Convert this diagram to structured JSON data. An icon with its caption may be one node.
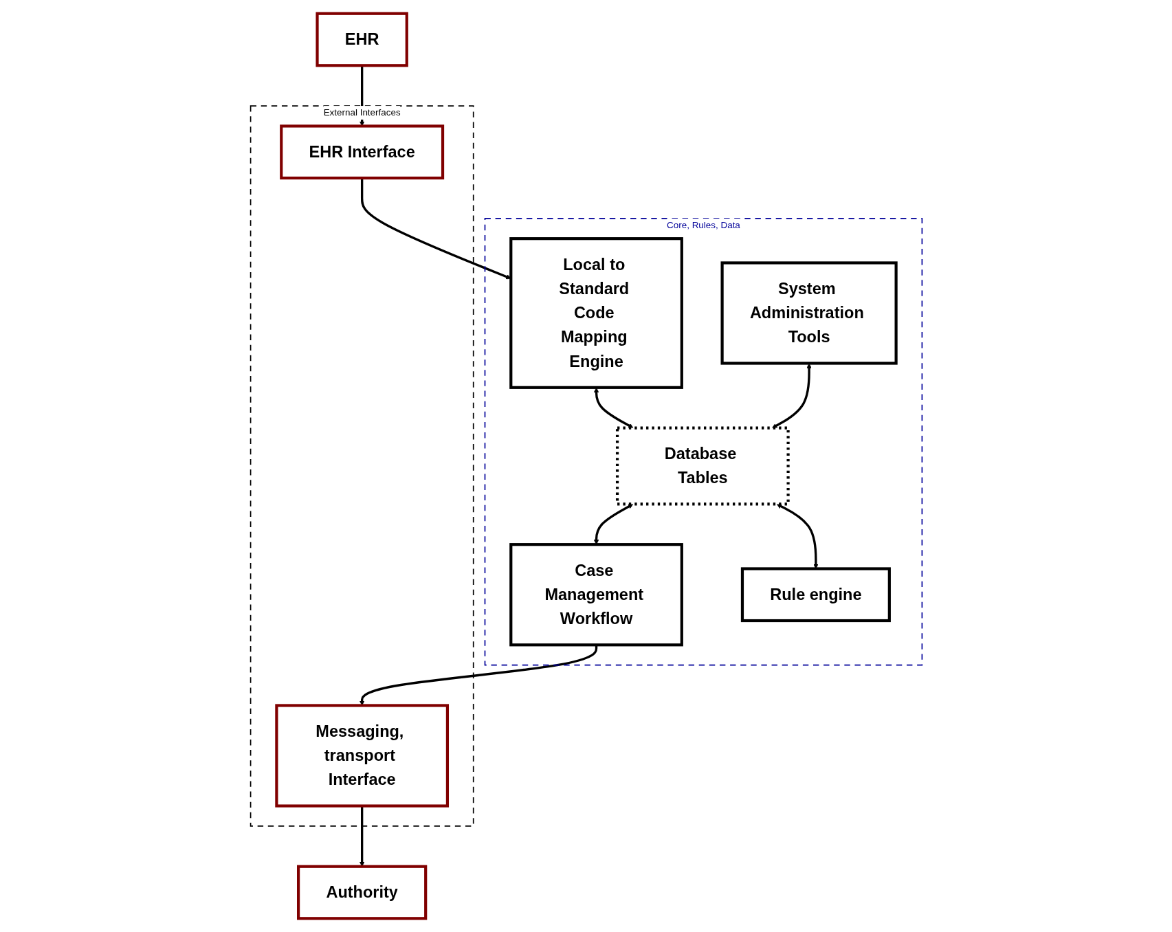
{
  "diagram": {
    "nodes": [
      {
        "text": [
          "EHR"
        ]
      },
      {
        "text": [
          "Authority"
        ]
      },
      {
        "text": [
          "External Interfaces"
        ]
      },
      {
        "text": [
          "EHR Interface"
        ],
        "in": 2
      },
      {
        "text": [
          "Messaging, transport Interface"
        ],
        "in": 2
      },
      {
        "text": [
          "Core, Rules, Data"
        ]
      },
      {
        "text": [
          "Local to Standard Code Mapping Engine"
        ],
        "in": 5
      },
      {
        "text": [
          "Database Tables"
        ],
        "in": 5
      },
      {
        "text": [
          "Case Management Workflow"
        ],
        "in": 5
      },
      {
        "text": [
          "System Administration Tools"
        ],
        "in": 5
      },
      {
        "text": [
          "Rule engine"
        ],
        "in": 5
      }
    ],
    "edges": [
      {
        "from": 0,
        "to": 3,
        "arrow": "to"
      },
      {
        "from": 3,
        "to": 6,
        "arrow": "to"
      },
      {
        "from": 8,
        "to": 4,
        "arrow": "to"
      },
      {
        "from": 4,
        "to": 1,
        "arrow": "to"
      },
      {
        "from": 6,
        "to": 7,
        "arrow": "both"
      },
      {
        "from": 7,
        "to": 8,
        "arrow": "both"
      },
      {
        "from": 9,
        "to": 7,
        "arrow": "both"
      },
      {
        "from": 7,
        "to": 10,
        "arrow": "both"
      }
    ]
  }
}
